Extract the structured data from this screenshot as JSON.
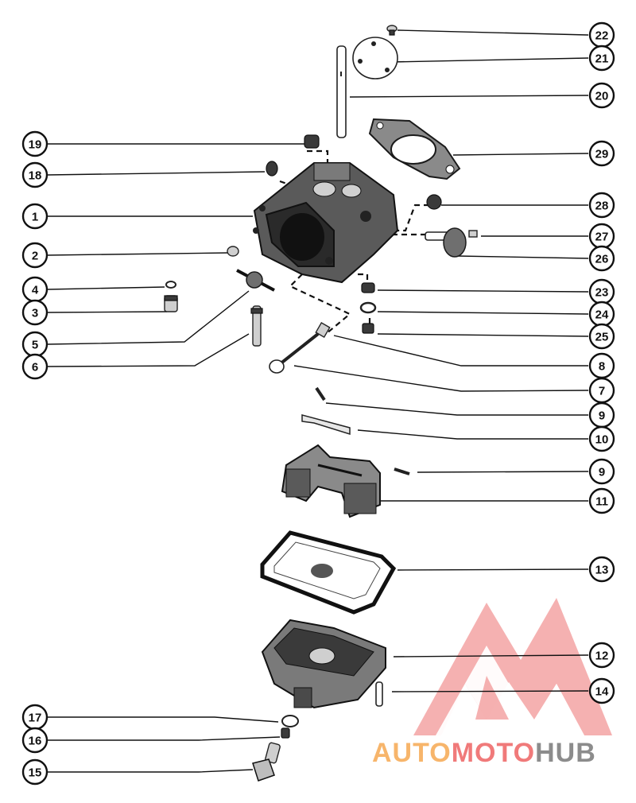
{
  "callouts": [
    {
      "id": "c22",
      "label": "22"
    },
    {
      "id": "c21",
      "label": "21"
    },
    {
      "id": "c20",
      "label": "20"
    },
    {
      "id": "c19",
      "label": "19"
    },
    {
      "id": "c29",
      "label": "29"
    },
    {
      "id": "c18",
      "label": "18"
    },
    {
      "id": "c1",
      "label": "1"
    },
    {
      "id": "c28",
      "label": "28"
    },
    {
      "id": "c27",
      "label": "27"
    },
    {
      "id": "c2",
      "label": "2"
    },
    {
      "id": "c26",
      "label": "26"
    },
    {
      "id": "c4",
      "label": "4"
    },
    {
      "id": "c23",
      "label": "23"
    },
    {
      "id": "c3",
      "label": "3"
    },
    {
      "id": "c24",
      "label": "24"
    },
    {
      "id": "c25",
      "label": "25"
    },
    {
      "id": "c5",
      "label": "5"
    },
    {
      "id": "c6",
      "label": "6"
    },
    {
      "id": "c8",
      "label": "8"
    },
    {
      "id": "c7",
      "label": "7"
    },
    {
      "id": "c9a",
      "label": "9"
    },
    {
      "id": "c10",
      "label": "10"
    },
    {
      "id": "c9b",
      "label": "9"
    },
    {
      "id": "c11",
      "label": "11"
    },
    {
      "id": "c13",
      "label": "13"
    },
    {
      "id": "c12",
      "label": "12"
    },
    {
      "id": "c14",
      "label": "14"
    },
    {
      "id": "c17",
      "label": "17"
    },
    {
      "id": "c16",
      "label": "16"
    },
    {
      "id": "c15",
      "label": "15"
    }
  ],
  "watermark": {
    "part1": "AUTO",
    "part2": "MOTO",
    "part3": "HUB",
    "color_orange": "#f7b56b",
    "color_red": "#f07a7a",
    "color_gray": "#8c8c8c"
  }
}
